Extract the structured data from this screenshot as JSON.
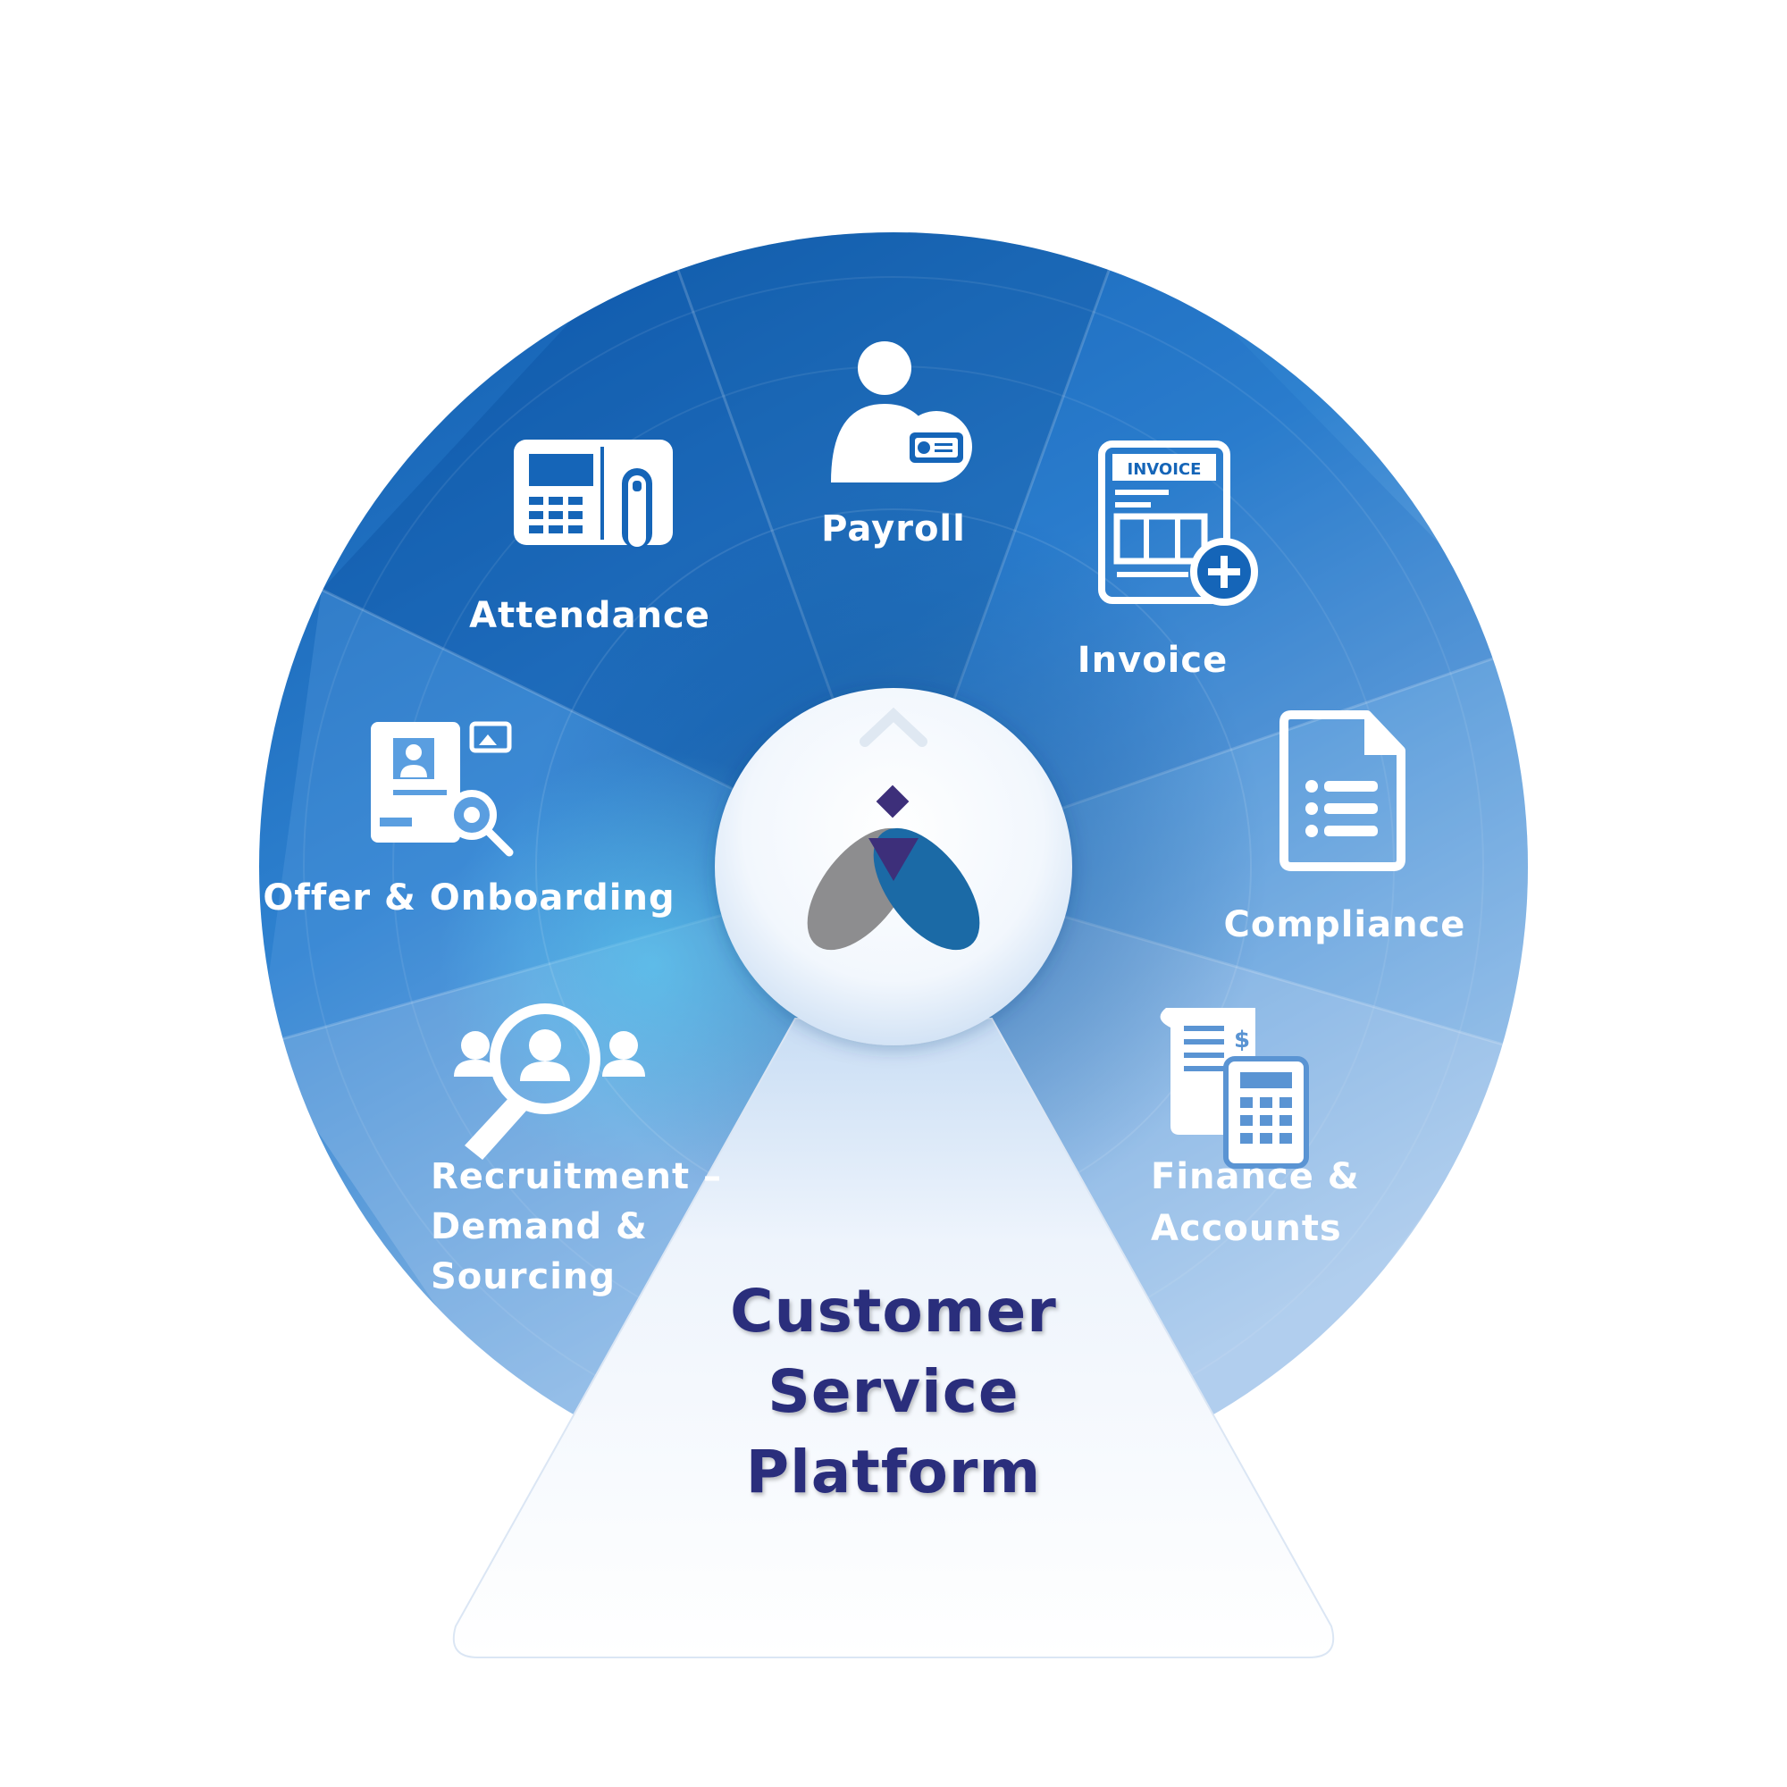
{
  "segments": [
    {
      "key": "payroll",
      "label_lines": [
        "Payroll"
      ],
      "icon": "payroll-person-icon"
    },
    {
      "key": "invoice",
      "label_lines": [
        "Invoice"
      ],
      "icon": "invoice-document-icon",
      "icon_text": "INVOICE"
    },
    {
      "key": "compliance",
      "label_lines": [
        "Compliance"
      ],
      "icon": "compliance-document-icon"
    },
    {
      "key": "finance",
      "label_lines": [
        "Finance &",
        "Accounts"
      ],
      "icon": "calculator-receipt-icon"
    },
    {
      "key": "recruitment",
      "label_lines": [
        "Recruitment –",
        "Demand &",
        "Sourcing"
      ],
      "icon": "recruitment-magnifier-icon"
    },
    {
      "key": "onboarding",
      "label_lines": [
        "Offer & Onboarding"
      ],
      "icon": "onboarding-profile-icon"
    },
    {
      "key": "attendance",
      "label_lines": [
        "Attendance"
      ],
      "icon": "attendance-fingerprint-icon"
    }
  ],
  "platform": {
    "lines": [
      "Customer",
      "Service",
      "Platform"
    ]
  },
  "colors": {
    "wheel_dark": "#1565b8",
    "wheel_mid": "#3d8bd6",
    "wheel_light": "#a9c9ec",
    "platform_text": "#2a2f7c",
    "logo_grey": "#8d8d8f",
    "logo_blue": "#1b6aa6",
    "logo_purple": "#3d2f7a"
  }
}
